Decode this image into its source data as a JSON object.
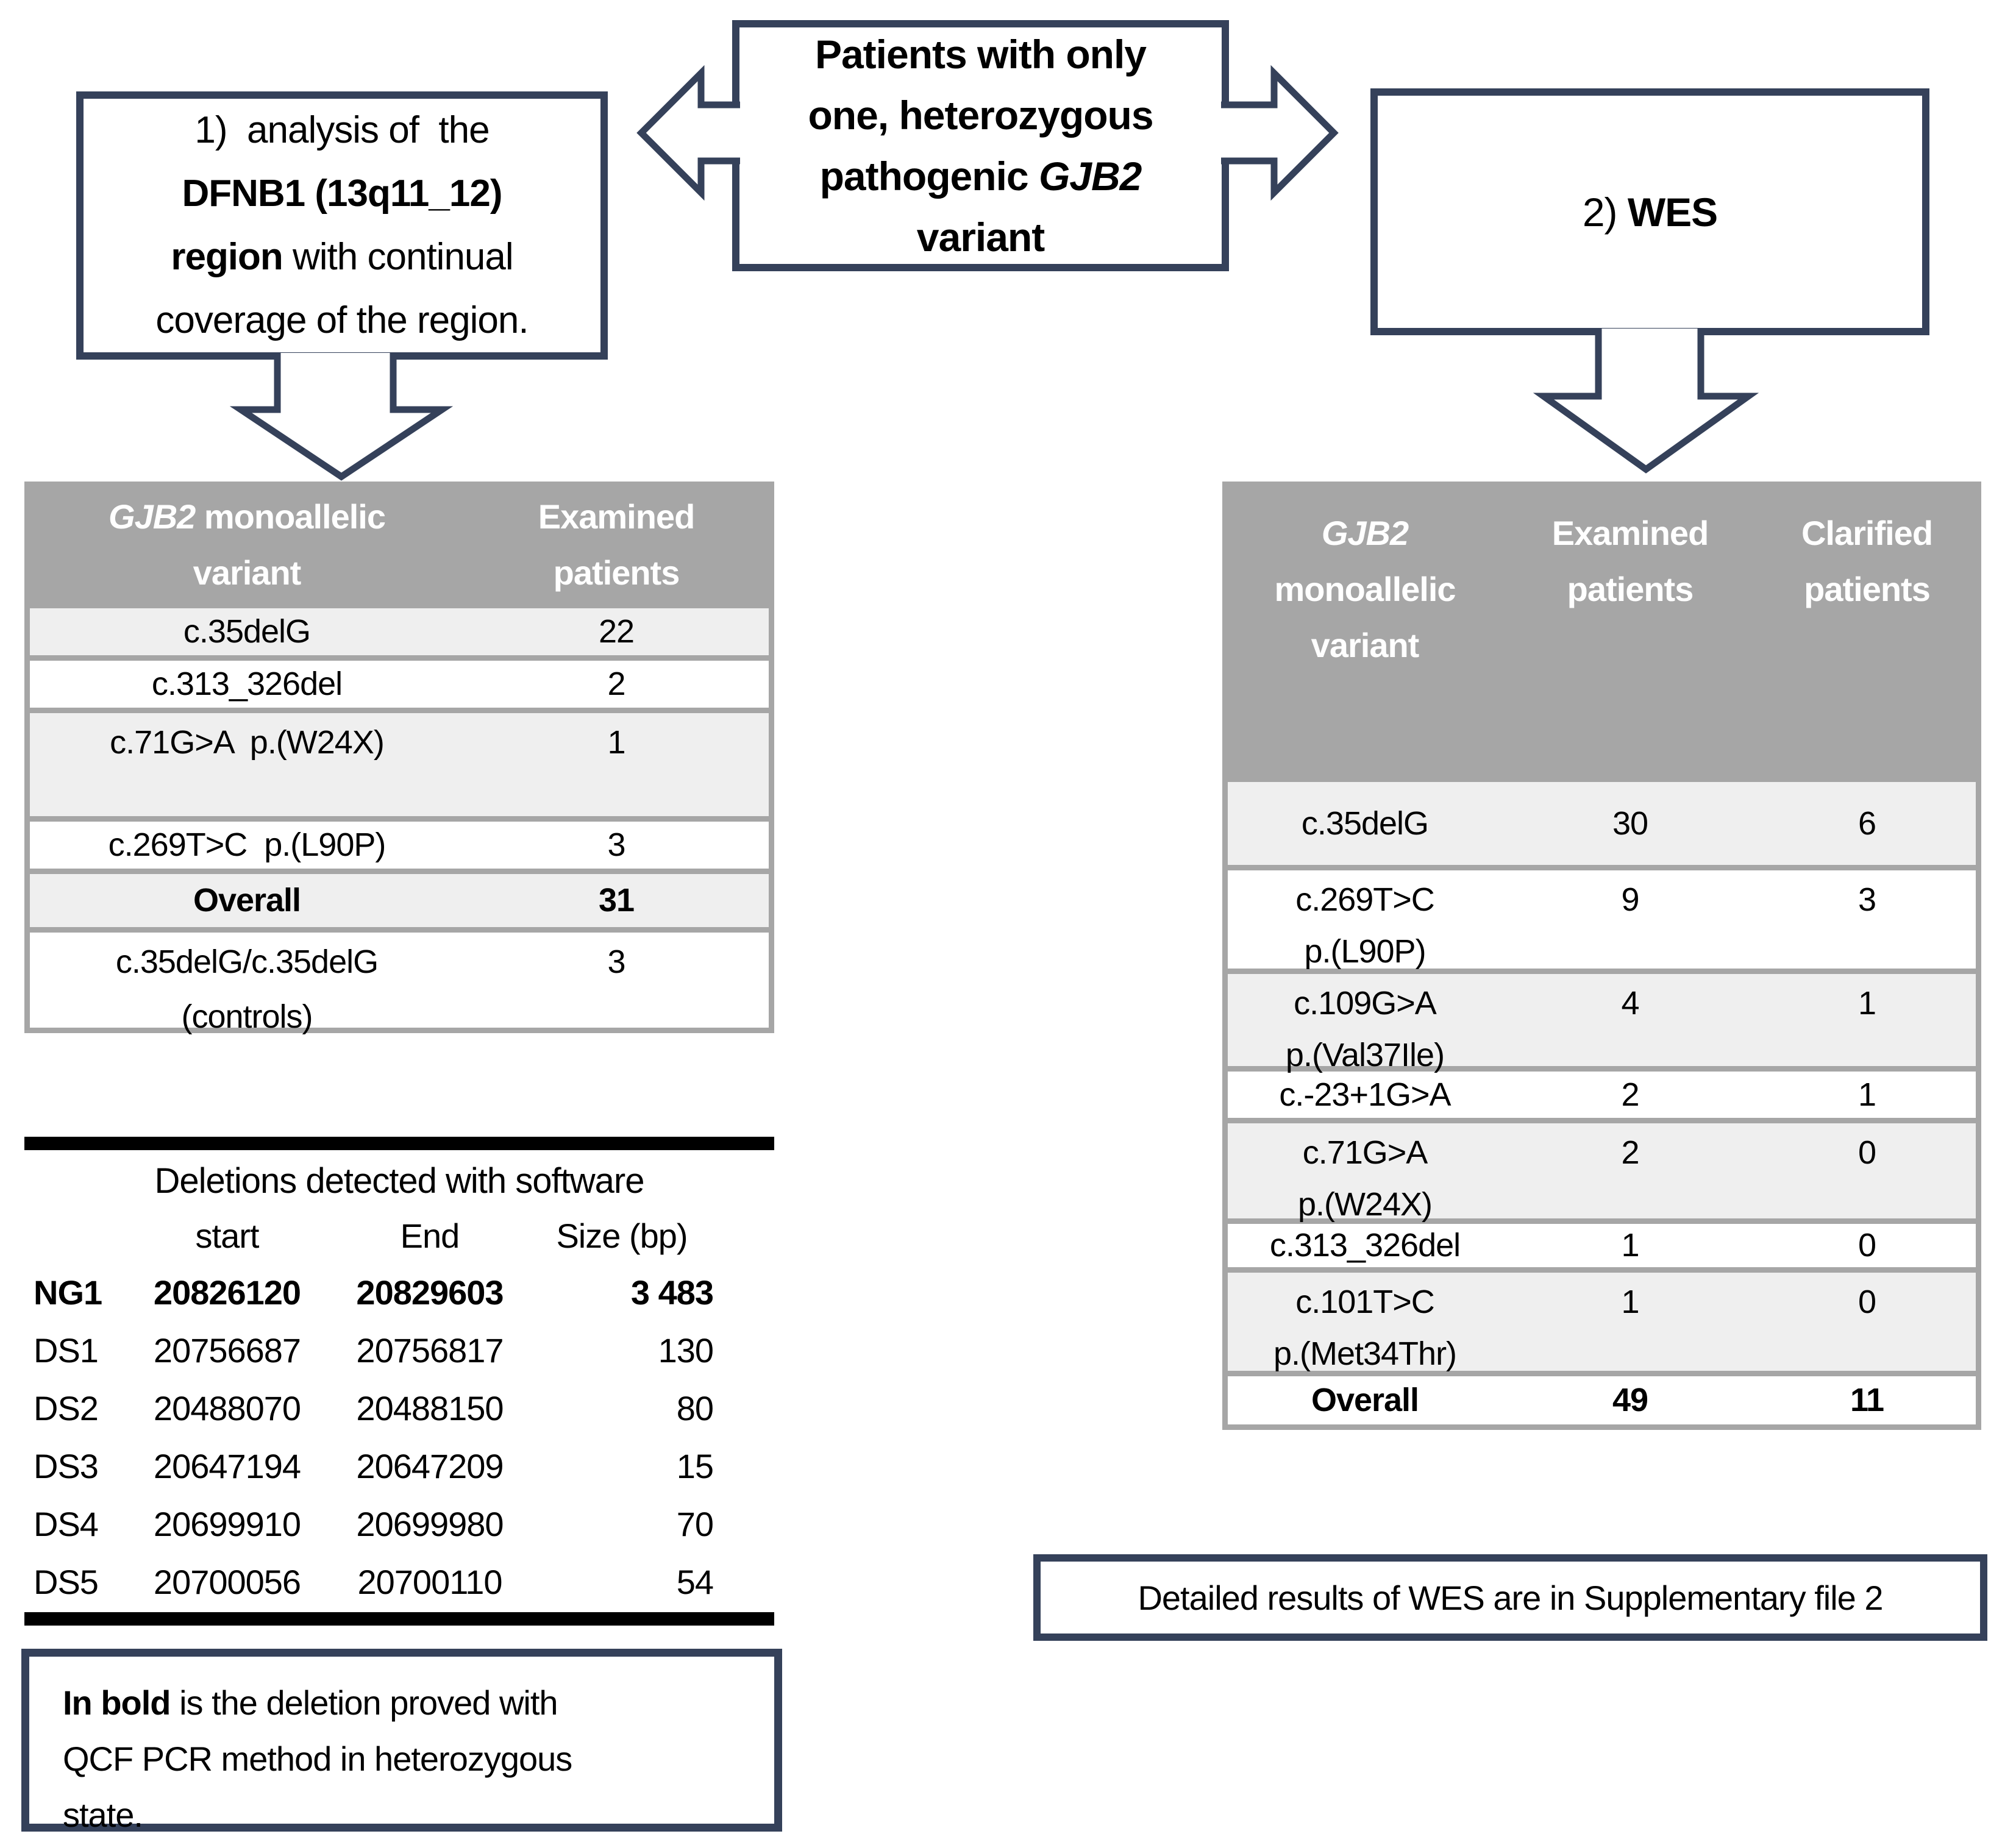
{
  "colors": {
    "box_border": "#35415a",
    "table_header_bg": "#a6a6a6",
    "row_alt_bg": "#efefef",
    "rule": "#000000"
  },
  "flow": {
    "top_box": {
      "line1": "Patients with only",
      "line2": "one, heterozygous",
      "line3_prefix": "pathogenic ",
      "line3_gene": "GJB2",
      "line4": "variant"
    },
    "left_box": {
      "line1": "1)  analysis of  the",
      "line2": "DFNB1 (13q11_12)",
      "line3_bold": "region",
      "line3_rest": " with continual",
      "line4": "coverage of the region."
    },
    "right_box": {
      "num": "2) ",
      "label": "WES"
    }
  },
  "left_table": {
    "header": {
      "col1_gene": "GJB2",
      "col1_rest": " monoallelic",
      "col1_line2": "variant",
      "col2_line1": "Examined",
      "col2_line2": "patients"
    },
    "rows": [
      {
        "variant": "c.35delG",
        "examined": "22"
      },
      {
        "variant": "c.313_326del",
        "examined": "2"
      },
      {
        "variant": "c.71G>A  p.(W24X)",
        "examined": "1"
      },
      {
        "variant": "c.269T>C  p.(L90P)",
        "examined": "3"
      },
      {
        "variant": "Overall",
        "examined": "31"
      },
      {
        "variant": "c.35delG/c.35delG",
        "variant_line2": "(controls)",
        "examined": "3"
      }
    ]
  },
  "deletions": {
    "title": "Deletions detected with software",
    "col_start": "start",
    "col_end": "End",
    "col_size": "Size (bp)",
    "rows": [
      {
        "id": "NG1",
        "start": "20826120",
        "end": "20829603",
        "size": "3 483"
      },
      {
        "id": "DS1",
        "start": "20756687",
        "end": "20756817",
        "size": "130"
      },
      {
        "id": "DS2",
        "start": "20488070",
        "end": "20488150",
        "size": "80"
      },
      {
        "id": "DS3",
        "start": "20647194",
        "end": "20647209",
        "size": "15"
      },
      {
        "id": "DS4",
        "start": "20699910",
        "end": "20699980",
        "size": "70"
      },
      {
        "id": "DS5",
        "start": "20700056",
        "end": "20700110",
        "size": "54"
      }
    ]
  },
  "right_table": {
    "header": {
      "col1_gene": "GJB2",
      "col1_line2": "monoallelic",
      "col1_line3": "variant",
      "col2_line1": "Examined",
      "col2_line2": "patients",
      "col3_line1": "Clarified",
      "col3_line2": "patients"
    },
    "rows": [
      {
        "variant": "c.35delG",
        "examined": "30",
        "clarified": "6"
      },
      {
        "variant": "c.269T>C",
        "variant_line2": "p.(L90P)",
        "examined": "9",
        "clarified": "3"
      },
      {
        "variant": "c.109G>A",
        "variant_line2": "p.(Val37Ile)",
        "examined": "4",
        "clarified": "1"
      },
      {
        "variant": "c.-23+1G>A",
        "examined": "2",
        "clarified": "1"
      },
      {
        "variant": "c.71G>A",
        "variant_line2": "p.(W24X)",
        "examined": "2",
        "clarified": "0"
      },
      {
        "variant": "c.313_326del",
        "examined": "1",
        "clarified": "0"
      },
      {
        "variant": "c.101T>C",
        "variant_line2": "p.(Met34Thr)",
        "examined": "1",
        "clarified": "0"
      },
      {
        "variant": "Overall",
        "examined": "49",
        "clarified": "11"
      }
    ]
  },
  "notes": {
    "bold_note_strong": "In bold",
    "bold_note_line1_rest": " is the deletion proved with",
    "bold_note_line2": "QCF PCR method in heterozygous",
    "bold_note_line3": "state.",
    "wes_note": "Detailed results of WES are in Supplementary file 2"
  }
}
